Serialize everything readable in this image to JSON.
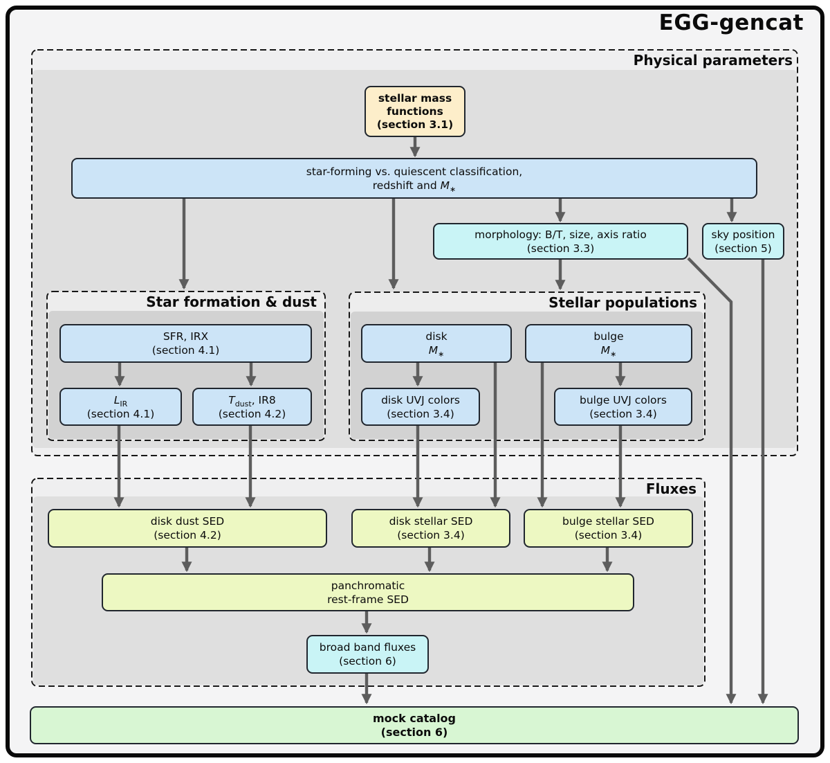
{
  "title": "EGG-gencat",
  "sections": {
    "physical_parameters": {
      "label": "Physical parameters"
    },
    "star_formation_dust": {
      "label": "Star formation & dust"
    },
    "stellar_populations": {
      "label": "Stellar populations"
    },
    "fluxes": {
      "label": "Fluxes"
    }
  },
  "nodes": {
    "stellar_mass_functions": {
      "line1": "stellar mass",
      "line2": "functions",
      "line3": "(section 3.1)"
    },
    "sf_quiescent": {
      "line1": "star-forming vs. quiescent classification,",
      "line2_prefix": "redshift and ",
      "symbol": "M",
      "subscript": "∗"
    },
    "morphology": {
      "line1": "morphology: B/T, size, axis ratio",
      "line2": "(section 3.3)"
    },
    "sky_position": {
      "line1": "sky position",
      "line2": "(section 5)"
    },
    "sfr_irx": {
      "line1": "SFR, IRX",
      "line2": "(section 4.1)"
    },
    "lir": {
      "symbol": "L",
      "subscript": "IR",
      "line2": "(section 4.1)"
    },
    "tdust": {
      "symbol": "T",
      "subscript": "dust",
      "rest": ", IR8",
      "line2": "(section 4.2)"
    },
    "disk": {
      "line1": "disk",
      "symbol": "M",
      "subscript": "∗"
    },
    "bulge": {
      "line1": "bulge",
      "symbol": "M",
      "subscript": "∗"
    },
    "disk_uvj": {
      "line1": "disk UVJ colors",
      "line2": "(section 3.4)"
    },
    "bulge_uvj": {
      "line1": "bulge UVJ colors",
      "line2": "(section 3.4)"
    },
    "disk_dust_sed": {
      "line1": "disk dust SED",
      "line2": "(section 4.2)"
    },
    "disk_stellar_sed": {
      "line1": "disk stellar SED",
      "line2": "(section 3.4)"
    },
    "bulge_stellar_sed": {
      "line1": "bulge stellar SED",
      "line2": "(section 3.4)"
    },
    "panchromatic_sed": {
      "line1": "panchromatic",
      "line2": "rest-frame SED"
    },
    "broad_band_fluxes": {
      "line1": "broad band fluxes",
      "line2": "(section 6)"
    },
    "mock_catalog": {
      "line1": "mock catalog",
      "line2": "(section 6)"
    }
  },
  "colors": {
    "page_fill": "#f4f4f5",
    "frame_border": "#0a0a0a",
    "section_mat_outer": "#dfdfdf",
    "section_mat_inner": "#d2d2d2",
    "node_blue": "#cce4f7",
    "node_cyan": "#c9f4f6",
    "node_cream": "#fdeeca",
    "node_yellow": "#edf8c2",
    "node_green": "#d8f6d3",
    "arrow_gray": "#5d5d5d"
  }
}
